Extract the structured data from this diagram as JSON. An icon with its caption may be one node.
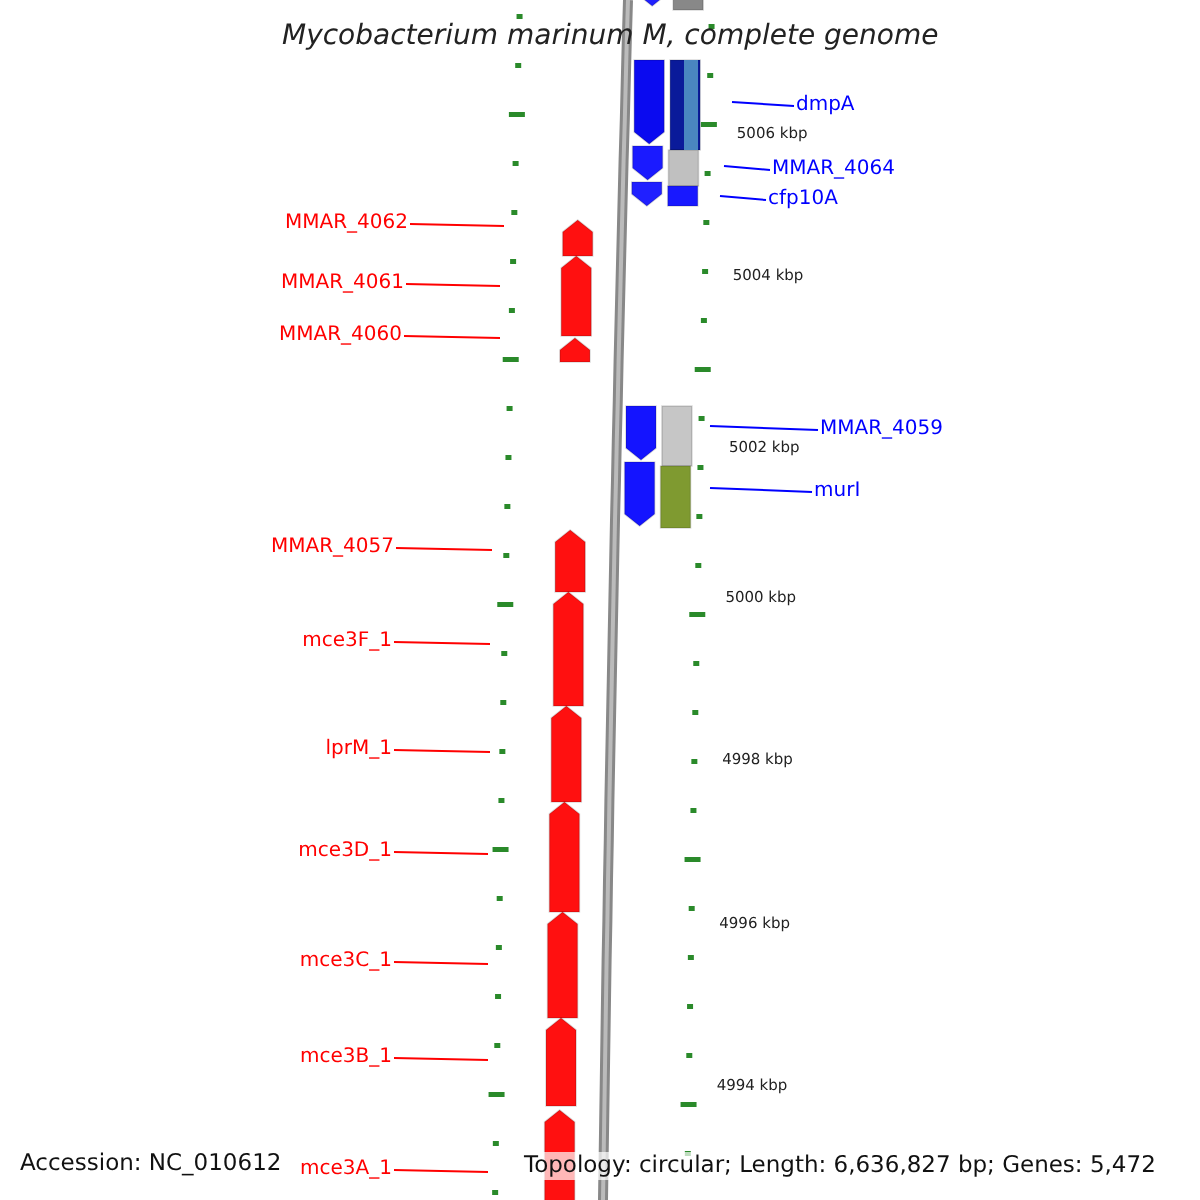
{
  "diagram": {
    "title": "Mycobacterium marinum M, complete genome",
    "nodes": [
      {
        "text": [
          "dmpA"
        ]
      },
      {
        "text": [
          "MMAR_4064"
        ]
      },
      {
        "text": [
          "cfp10A"
        ]
      },
      {
        "text": [
          "MMAR_4062"
        ]
      },
      {
        "text": [
          "MMAR_4061"
        ]
      },
      {
        "text": [
          "MMAR_4060"
        ]
      },
      {
        "text": [
          "MMAR_4059"
        ]
      },
      {
        "text": [
          "murI"
        ]
      },
      {
        "text": [
          "MMAR_4057"
        ]
      },
      {
        "text": [
          "mce3F_1"
        ]
      },
      {
        "text": [
          "lprM_1"
        ]
      },
      {
        "text": [
          "mce3D_1"
        ]
      },
      {
        "text": [
          "mce3C_1"
        ]
      },
      {
        "text": [
          "mce3B_1"
        ]
      },
      {
        "text": [
          "mce3A_1"
        ]
      }
    ],
    "edges": [
      {
        "from": 0,
        "to": null,
        "arrow": "none",
        "color": "#0000ff"
      },
      {
        "from": 1,
        "to": null,
        "arrow": "none",
        "color": "#0000ff"
      },
      {
        "from": 2,
        "to": null,
        "arrow": "none",
        "color": "#0000ff"
      },
      {
        "from": 3,
        "to": null,
        "arrow": "none"
      },
      {
        "from": 4,
        "to": null,
        "arrow": "none"
      },
      {
        "from": 5,
        "to": null,
        "arrow": "none"
      },
      {
        "from": 6,
        "to": null,
        "arrow": "none",
        "color": "#0000ff"
      },
      {
        "from": 7,
        "to": null,
        "arrow": "none",
        "color": "#0000ff"
      },
      {
        "from": 8,
        "to": null,
        "arrow": "none"
      },
      {
        "from": 9,
        "to": null,
        "arrow": "none"
      },
      {
        "from": 10,
        "to": null,
        "arrow": "none"
      },
      {
        "from": 11,
        "to": null,
        "arrow": "none"
      },
      {
        "from": 12,
        "to": null,
        "arrow": "none"
      },
      {
        "from": 13,
        "to": null,
        "arrow": "none"
      },
      {
        "from": 14,
        "to": null,
        "arrow": "none"
      }
    ],
    "labels": [
      "5006 kbp",
      "5004 kbp",
      "5002 kbp",
      "5000 kbp",
      "4998 kbp",
      "4996 kbp",
      "4994 kbp",
      "Accession: NC_010612",
      "Topology: circular; Length: 6,636,827 bp; Genes: 5,472"
    ]
  }
}
